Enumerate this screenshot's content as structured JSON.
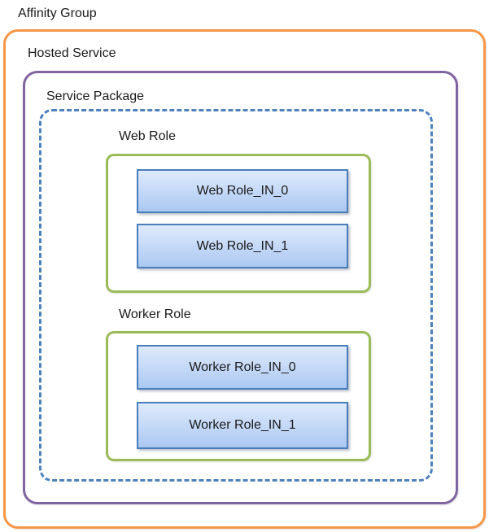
{
  "diagram": {
    "affinity_group": {
      "label": "Affinity Group",
      "hosted_service": {
        "label": "Hosted Service",
        "service_package": {
          "label": "Service Package",
          "web_role": {
            "label": "Web Role",
            "instances": [
              "Web Role_IN_0",
              "Web Role_IN_1"
            ]
          },
          "worker_role": {
            "label": "Worker Role",
            "instances": [
              "Worker Role_IN_0",
              "Worker Role_IN_1"
            ]
          }
        }
      }
    }
  },
  "colors": {
    "affinity_group_border": "#F79646",
    "hosted_service_border": "#8064A2",
    "service_package_border": "#4F81BD",
    "role_border": "#9BBB59",
    "instance_border": "#4A7EBB",
    "instance_fill_top": "#DFEAFC",
    "instance_fill_bottom": "#ABC8F2",
    "text": "#1A1A1A",
    "background": "#FFFFFF"
  }
}
